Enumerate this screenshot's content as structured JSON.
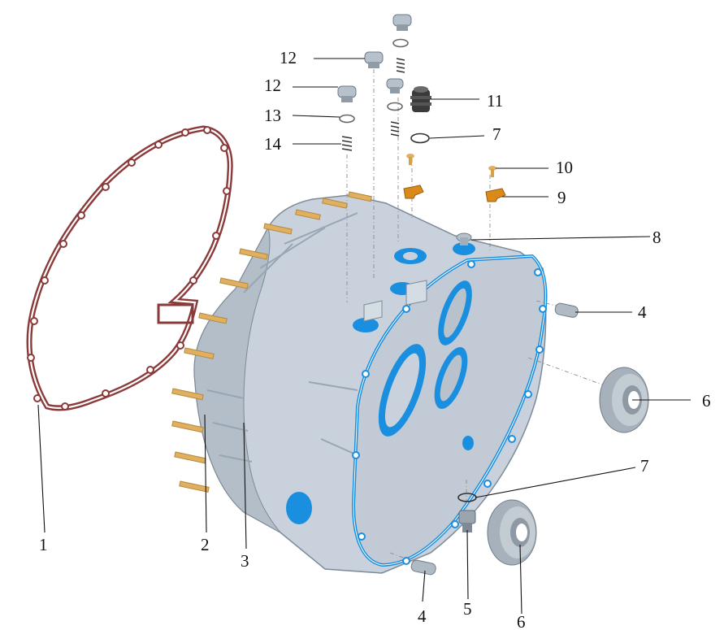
{
  "callouts": {
    "c1": "1",
    "c2": "2",
    "c3": "3",
    "c4a": "4",
    "c4b": "4",
    "c5": "5",
    "c6a": "6",
    "c6b": "6",
    "c7a": "7",
    "c7b": "7",
    "c8": "8",
    "c9": "9",
    "c10": "10",
    "c11": "11",
    "c12a": "12",
    "c12b": "12",
    "c13": "13",
    "c14": "14"
  },
  "colors": {
    "gasket": "#8b3a3a",
    "housing": "#c9d2dc",
    "housing_dark": "#9eabb8",
    "sealant": "#1a8fe0",
    "stud": "#e0b060",
    "bracket": "#d98a1a",
    "bearing": "#a7b1bb",
    "breather": "#3a3a3a"
  }
}
